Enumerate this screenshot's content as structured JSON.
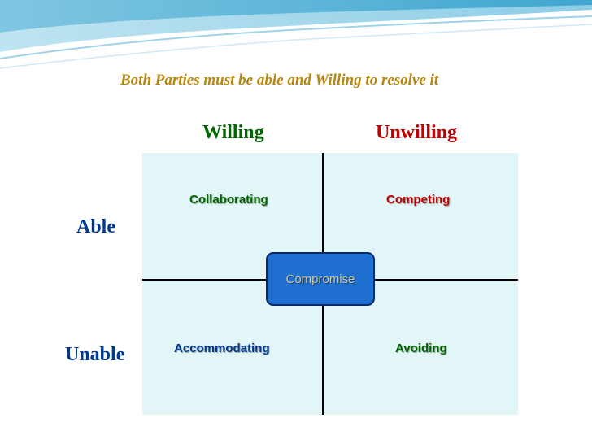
{
  "subtitle": "Both Parties must be able and Willing to resolve it",
  "columns": {
    "willing": "Willing",
    "unwilling": "Unwilling"
  },
  "rows": {
    "able": "Able",
    "unable": "Unable"
  },
  "quadrants": {
    "top_left": "Collaborating",
    "top_right": "Competing",
    "bottom_left": "Accommodating",
    "bottom_right": "Avoiding"
  },
  "center": "Compromise",
  "colors": {
    "willing": "#006400",
    "unwilling": "#c00000",
    "rows": "#003a8c",
    "subtitle": "#b8860b",
    "grid_background": "#e3f6f7",
    "compromise_fill": "#1f6fd0"
  }
}
